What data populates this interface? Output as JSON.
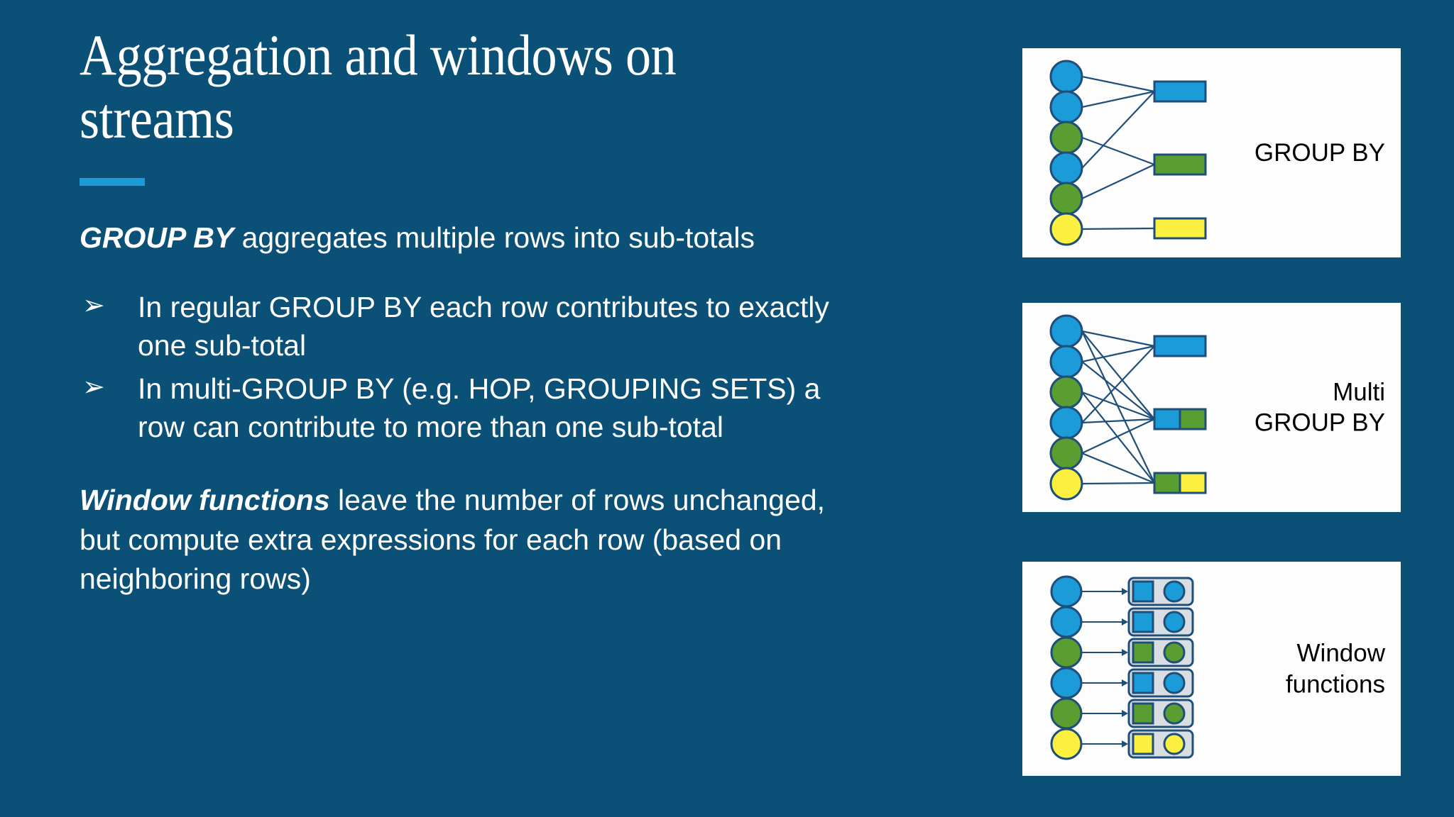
{
  "theme": {
    "background": "#0b5077",
    "accent": "#1b9bd8",
    "text": "#ffffff",
    "panel_bg": "#fdfdfd",
    "node_blue": "#1b9bd8",
    "node_green": "#5a9e32",
    "node_yellow": "#fbef40",
    "stroke_navy": "#1f4e79",
    "cell_gray": "#d9dee3"
  },
  "title": "Aggregation and windows on streams",
  "body": {
    "paragraph_1_strong": "GROUP BY",
    "paragraph_1_rest": " aggregates multiple rows into sub-totals",
    "bullet_marker": "➢",
    "bullets": [
      "In regular GROUP BY each row contributes to exactly one sub-total",
      "In multi-GROUP BY (e.g. HOP, GROUPING SETS) a row can contribute to more than one sub-total"
    ],
    "paragraph_2_strong": "Window functions",
    "paragraph_2_rest": " leave the number of rows unchanged, but compute extra expressions for each row (based on neighboring rows)"
  },
  "diagrams": [
    {
      "id": "group-by",
      "label": "GROUP BY",
      "nodes": [
        "blue",
        "blue",
        "green",
        "blue",
        "green",
        "yellow"
      ],
      "bars": [
        {
          "segments": [
            "blue"
          ]
        },
        {
          "segments": [
            "green"
          ]
        },
        {
          "segments": [
            "yellow"
          ]
        }
      ],
      "edges": [
        [
          0,
          0
        ],
        [
          1,
          0
        ],
        [
          3,
          0
        ],
        [
          2,
          1
        ],
        [
          4,
          1
        ],
        [
          5,
          2
        ]
      ]
    },
    {
      "id": "multi-group-by",
      "label": "Multi\nGROUP BY",
      "nodes": [
        "blue",
        "blue",
        "green",
        "blue",
        "green",
        "yellow"
      ],
      "bars": [
        {
          "segments": [
            "blue"
          ]
        },
        {
          "segments": [
            "blue",
            "green"
          ]
        },
        {
          "segments": [
            "green",
            "yellow"
          ]
        }
      ],
      "edges": [
        [
          0,
          0
        ],
        [
          1,
          0
        ],
        [
          3,
          0
        ],
        [
          0,
          1
        ],
        [
          1,
          1
        ],
        [
          2,
          1
        ],
        [
          3,
          1
        ],
        [
          4,
          1
        ],
        [
          0,
          2
        ],
        [
          2,
          2
        ],
        [
          4,
          2
        ],
        [
          5,
          2
        ]
      ]
    },
    {
      "id": "window-functions",
      "label": "Window\nfunctions",
      "nodes": [
        "blue",
        "blue",
        "green",
        "blue",
        "green",
        "yellow"
      ],
      "rows": [
        {
          "square": "blue",
          "circle": "blue"
        },
        {
          "square": "blue",
          "circle": "blue"
        },
        {
          "square": "green",
          "circle": "green"
        },
        {
          "square": "blue",
          "circle": "blue"
        },
        {
          "square": "green",
          "circle": "green"
        },
        {
          "square": "yellow",
          "circle": "yellow"
        }
      ]
    }
  ]
}
